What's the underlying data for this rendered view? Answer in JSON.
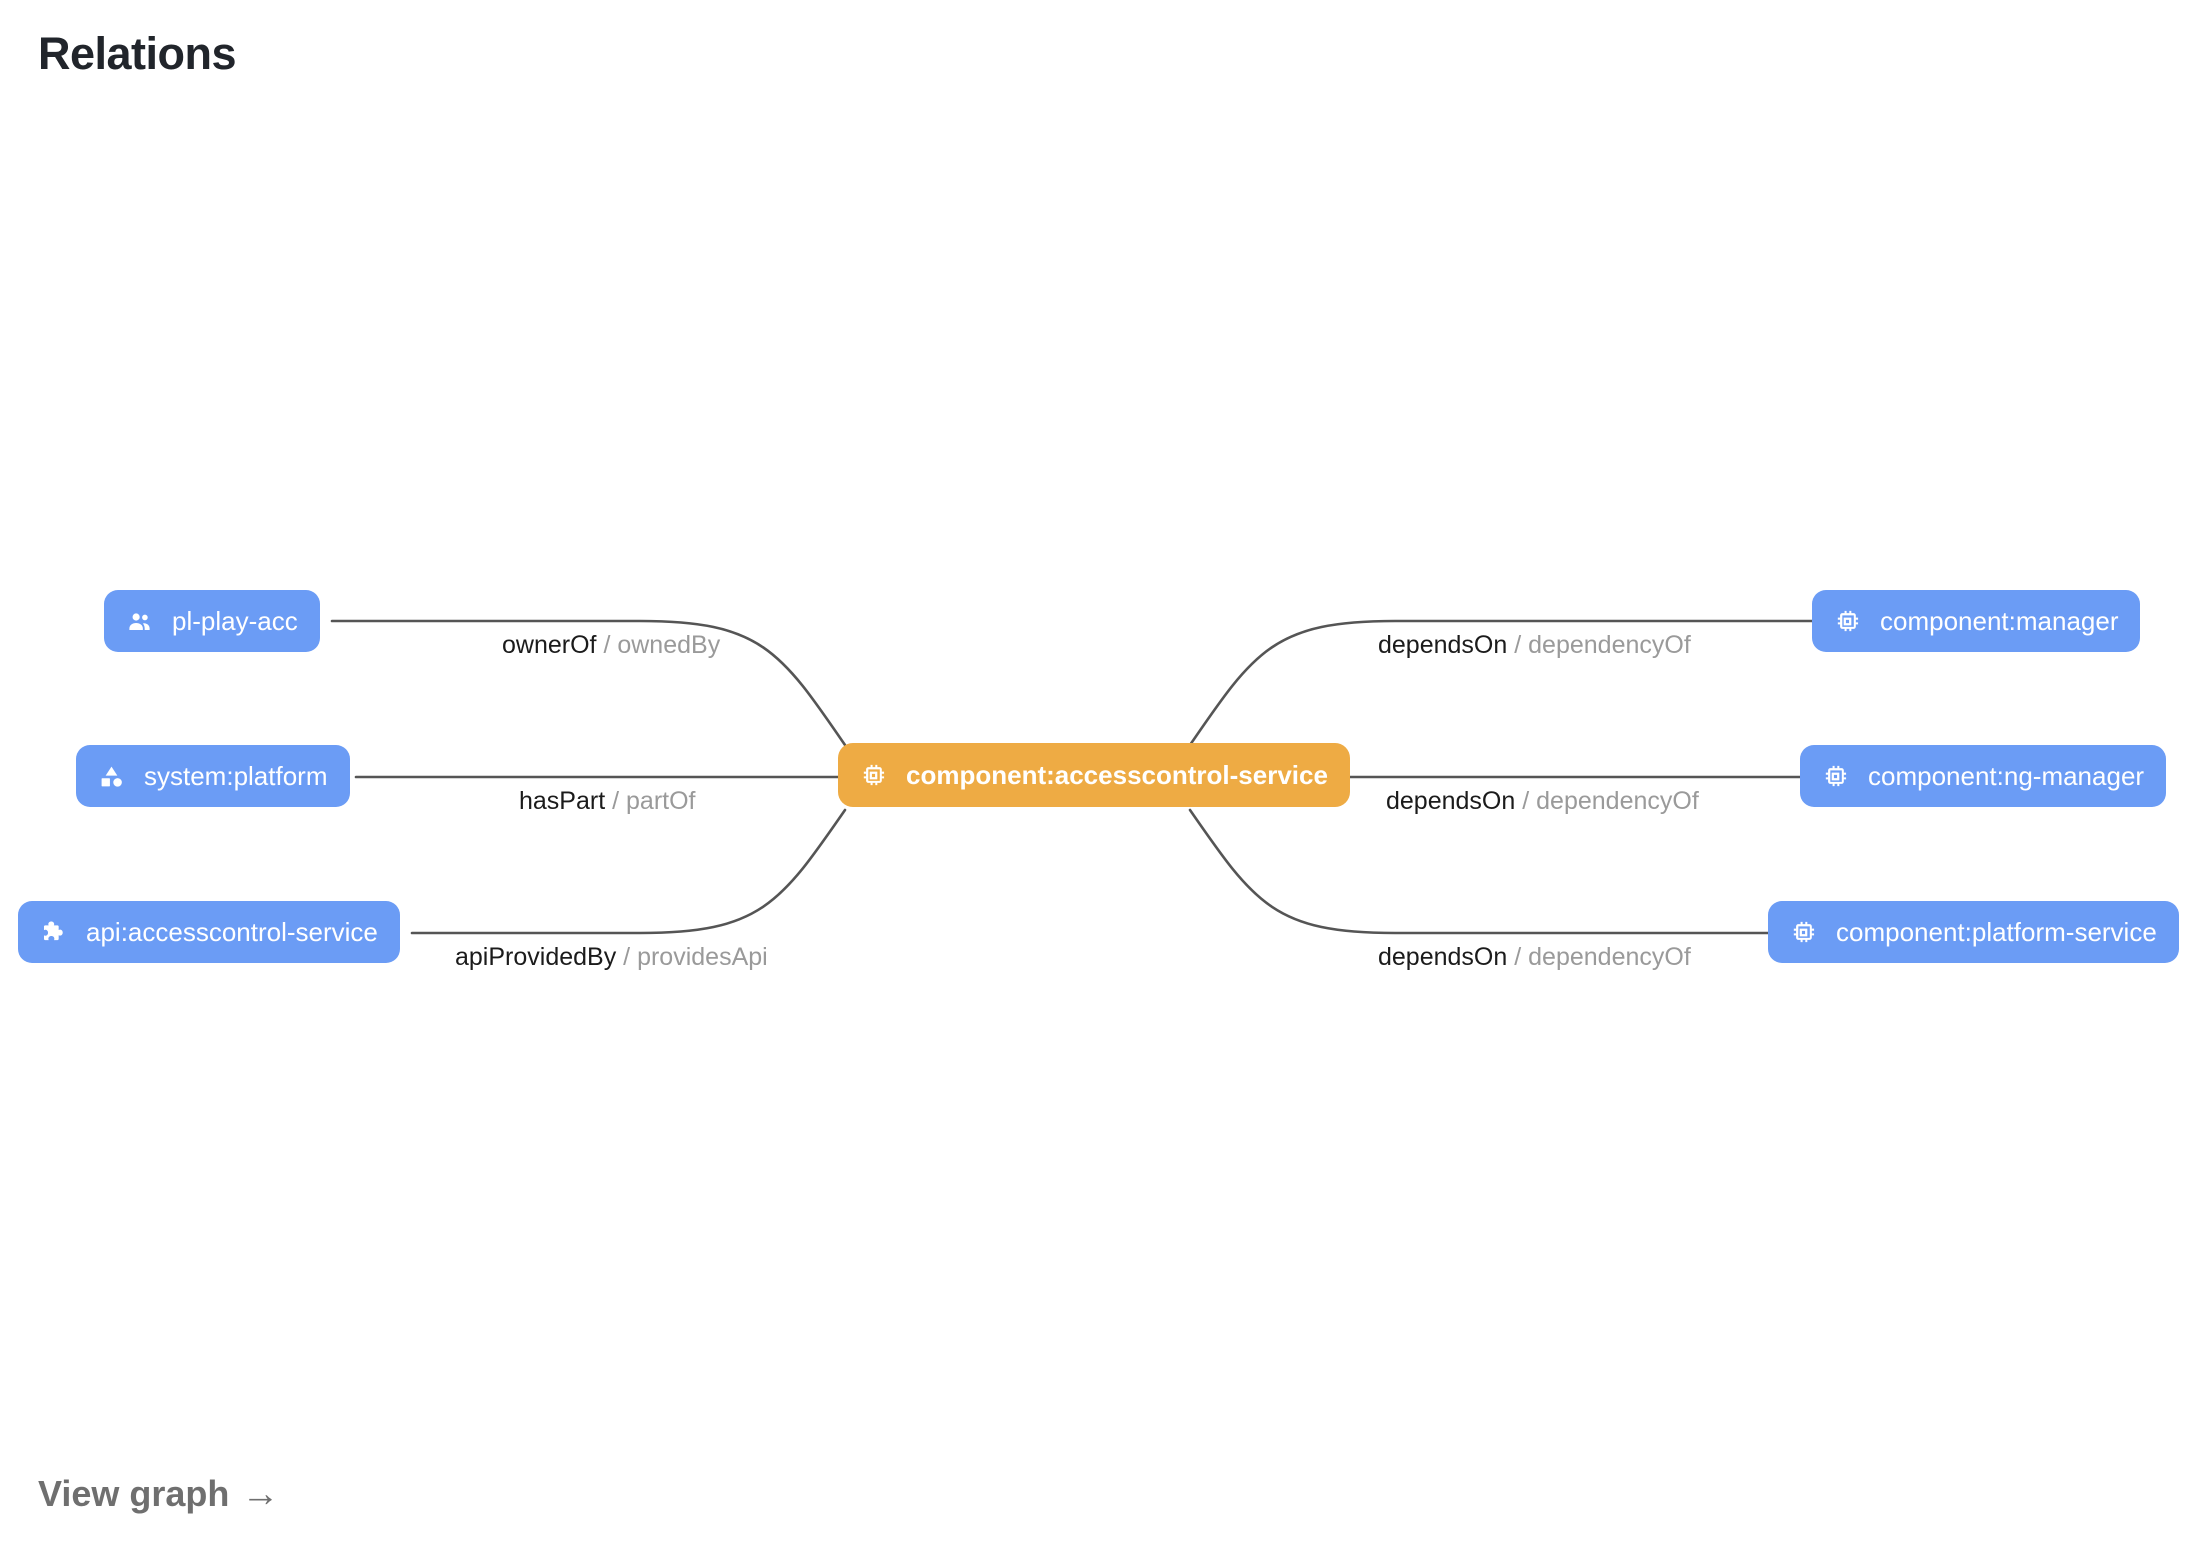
{
  "page": {
    "title": "Relations",
    "background": "#ffffff"
  },
  "colors": {
    "node_blue": "#6b9cf5",
    "node_orange": "#eeab44",
    "edge_stroke": "#555555",
    "label_primary": "#1b1b1b",
    "label_secondary": "#9a9a9a",
    "title_color": "#21252b",
    "link_color": "#6f6f6f"
  },
  "graph": {
    "center": {
      "id": "component:accesscontrol-service",
      "label": "component:accesscontrol-service",
      "icon": "memory-chip-icon",
      "kind": "component",
      "highlighted": true
    },
    "nodes": [
      {
        "id": "pl-play-acc",
        "label": "pl-play-acc",
        "icon": "group-people-icon",
        "kind": "group",
        "side": "left",
        "row": 0
      },
      {
        "id": "system:platform",
        "label": "system:platform",
        "icon": "category-shapes-icon",
        "kind": "system",
        "side": "left",
        "row": 1
      },
      {
        "id": "api:accesscontrol-service",
        "label": "api:accesscontrol-service",
        "icon": "puzzle-extension-icon",
        "kind": "api",
        "side": "left",
        "row": 2
      },
      {
        "id": "component:manager",
        "label": "component:manager",
        "icon": "memory-chip-icon",
        "kind": "component",
        "side": "right",
        "row": 0
      },
      {
        "id": "component:ng-manager",
        "label": "component:ng-manager",
        "icon": "memory-chip-icon",
        "kind": "component",
        "side": "right",
        "row": 1
      },
      {
        "id": "component:platform-service",
        "label": "component:platform-service",
        "icon": "memory-chip-icon",
        "kind": "component",
        "side": "right",
        "row": 2
      }
    ],
    "edges": [
      {
        "from": "pl-play-acc",
        "to": "component:accesscontrol-service",
        "forward": "ownerOf",
        "separator": "/",
        "inverse": "ownedBy"
      },
      {
        "from": "system:platform",
        "to": "component:accesscontrol-service",
        "forward": "hasPart",
        "separator": "/",
        "inverse": "partOf"
      },
      {
        "from": "api:accesscontrol-service",
        "to": "component:accesscontrol-service",
        "forward": "apiProvidedBy",
        "separator": "/",
        "inverse": "providesApi"
      },
      {
        "from": "component:accesscontrol-service",
        "to": "component:manager",
        "forward": "dependsOn",
        "separator": "/",
        "inverse": "dependencyOf"
      },
      {
        "from": "component:accesscontrol-service",
        "to": "component:ng-manager",
        "forward": "dependsOn",
        "separator": "/",
        "inverse": "dependencyOf"
      },
      {
        "from": "component:accesscontrol-service",
        "to": "component:platform-service",
        "forward": "dependsOn",
        "separator": "/",
        "inverse": "dependencyOf"
      }
    ]
  },
  "footer": {
    "view_graph_label": "View graph",
    "view_graph_arrow": "→"
  }
}
